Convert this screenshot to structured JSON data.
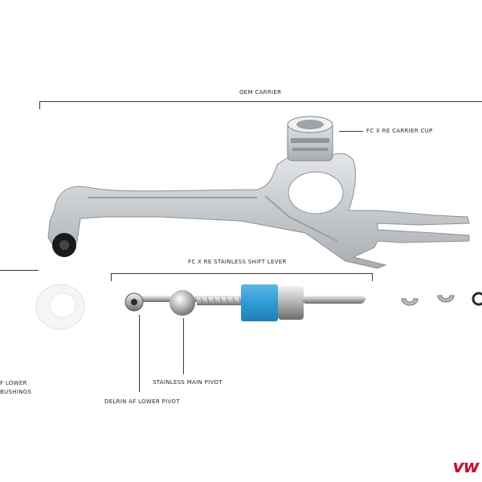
{
  "labels": {
    "oem_carrier": "OEM CARRIER",
    "carrier_cup": "FC X RE CARRIER CUP",
    "shift_lever": "FC X RE STAINLESS SHIFT LEVER",
    "lower_bushings_line1": "F LOWER",
    "lower_bushings_line2": "BUSHINGS",
    "main_pivot": "STAINLESS MAIN PIVOT",
    "lower_pivot": "DELRIN AF LOWER PIVOT"
  },
  "logo": {
    "text": "vw"
  },
  "colors": {
    "accent_blue": "#2f9bd6",
    "logo_red": "#c8102e",
    "aluminum": "#c9ccd0"
  }
}
